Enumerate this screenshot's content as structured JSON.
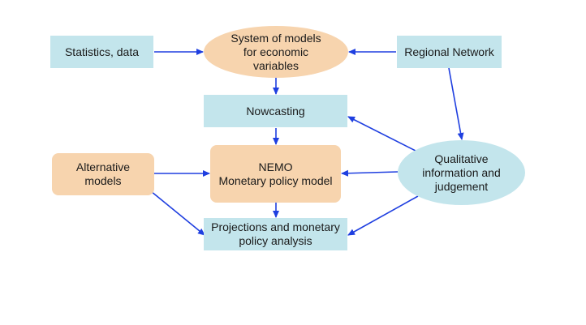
{
  "diagram": {
    "nodes": {
      "statistics": "Statistics, data",
      "system_of_models": "System of models\nfor economic\nvariables",
      "regional_network": "Regional Network",
      "nowcasting": "Nowcasting",
      "alternative_models": "Alternative\nmodels",
      "nemo": "NEMO\nMonetary policy model",
      "qualitative": "Qualitative\ninformation and\njudgement",
      "projections": "Projections and monetary\npolicy analysis"
    },
    "colors": {
      "box_blue": "#c3e5ec",
      "box_orange": "#f7d4ae",
      "arrow": "#1f3fe0"
    },
    "edges": [
      {
        "from": "statistics",
        "to": "system_of_models"
      },
      {
        "from": "regional_network",
        "to": "system_of_models"
      },
      {
        "from": "system_of_models",
        "to": "nowcasting"
      },
      {
        "from": "regional_network",
        "to": "qualitative"
      },
      {
        "from": "qualitative",
        "to": "nowcasting"
      },
      {
        "from": "nowcasting",
        "to": "nemo"
      },
      {
        "from": "alternative_models",
        "to": "nemo"
      },
      {
        "from": "qualitative",
        "to": "nemo"
      },
      {
        "from": "nemo",
        "to": "projections"
      },
      {
        "from": "alternative_models",
        "to": "projections"
      },
      {
        "from": "qualitative",
        "to": "projections"
      }
    ]
  }
}
